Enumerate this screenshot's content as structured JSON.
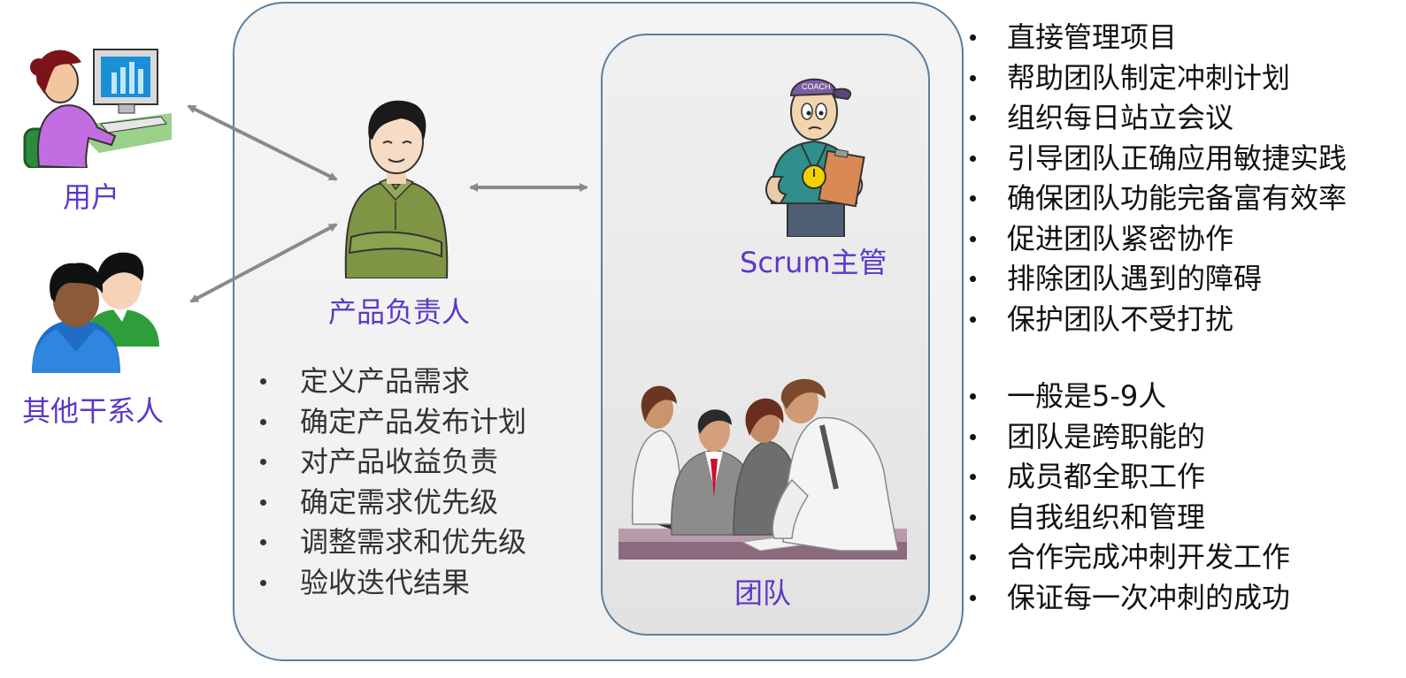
{
  "actors": {
    "user_label": "用户",
    "stakeholders_label": "其他干系人"
  },
  "roles": {
    "product_owner_label": "产品负责人",
    "scrum_master_label": "Scrum主管",
    "team_label": "团队"
  },
  "product_owner_duties": [
    "定义产品需求",
    "确定产品发布计划",
    "对产品收益负责",
    "确定需求优先级",
    "调整需求和优先级",
    "验收迭代结果"
  ],
  "scrum_master_duties": [
    "直接管理项目",
    "帮助团队制定冲刺计划",
    "组织每日站立会议",
    "引导团队正确应用敏捷实践",
    "确保团队功能完备富有效率",
    "促进团队紧密协作",
    "排除团队遇到的障碍",
    "保护团队不受打扰"
  ],
  "team_traits": [
    "一般是5-9人",
    "团队是跨职能的",
    "成员都全职工作",
    "自我组织和管理",
    "合作完成冲刺开发工作",
    "保证每一次冲刺的成功"
  ],
  "coach_cap_text": "COACH",
  "colors": {
    "label": "#5b39c6",
    "border": "#5a7fa0",
    "arrow": "#8a8a8a"
  }
}
